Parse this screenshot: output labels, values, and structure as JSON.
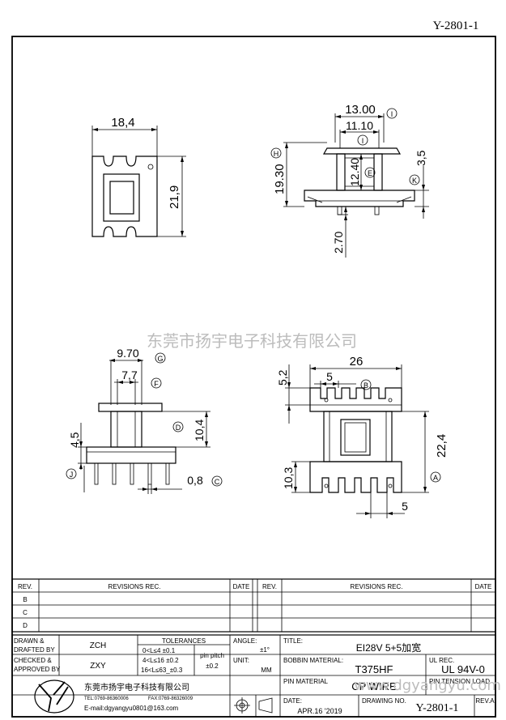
{
  "drawing_number_top": "Y-2801-1",
  "watermark_company": "东莞市扬宇电子科技有限公司",
  "watermark_url": "www.dgyangyu.com",
  "views": {
    "top": {
      "width": "18,4",
      "height": "21,9"
    },
    "front": {
      "d1": "13.00",
      "d2": "11.10",
      "d3": "19.30",
      "d4": "12.40",
      "d5": "3,5",
      "d6": "2.70",
      "callouts": [
        "I",
        "I",
        "H",
        "E",
        "K"
      ]
    },
    "side": {
      "d1": "9.70",
      "d2": "7,7",
      "d3": "10,4",
      "d4": "4,5",
      "d5": "0,8",
      "callouts": [
        "G",
        "F",
        "D",
        "J",
        "C"
      ]
    },
    "bottom": {
      "d1": "26",
      "d2": "5",
      "d3": "5,2",
      "d4": "22,4",
      "d5": "10,3",
      "d6": "5",
      "callouts": [
        "B",
        "A"
      ]
    }
  },
  "revisions": {
    "headers": {
      "rev": "REV.",
      "rec": "REVISIONS   REC.",
      "date": "DATE"
    },
    "rows": [
      "B",
      "C",
      "D"
    ]
  },
  "title_block": {
    "drawn_label": "DRAWN &\nDRAFTED BY",
    "drawn_by": "ZCH",
    "checked_label": "CHECKED &\nAPPROVED BY",
    "checked_by": "ZXY",
    "tolerances_label": "TOLERANCES",
    "tol_row1": "0<L≤4   ±0.1",
    "tol_row2": "4<L≤16  ±0.2",
    "tol_row3": "16<L≤63_±0.3",
    "pin_pitch_label": "pin pitch",
    "pin_pitch_value": "±0.2",
    "angle_label": "ANGLE:",
    "angle_value": "±1°",
    "unit_label": "UNIT:",
    "unit_value": "MM",
    "title_label": "TITLE:",
    "title_value": "EI28V 5+5加宽",
    "bobbin_label": "BOBBIN MATERIAL:",
    "bobbin_value": "T375HF",
    "ul_label": "UL REC.",
    "ul_value": "UL 94V-0",
    "pin_material_label": "PIN MATERIAL",
    "pin_material_value": "CP WIRE",
    "pin_tension_label": "PIN TENSION LOAD",
    "date_label": "DATE:",
    "date_value": "APR.16 '2019",
    "drawing_no_label": "DRAWING NO.",
    "drawing_no_value": "Y-2801-1",
    "rev_label": "REV.A",
    "company_name": "东莞市扬宇电子科技有限公司",
    "company_tel": "TEL:0769-86360006",
    "company_fax": "FAX:0769-86326009",
    "company_email": "E-mail:dgyangyu0801@163.com"
  }
}
